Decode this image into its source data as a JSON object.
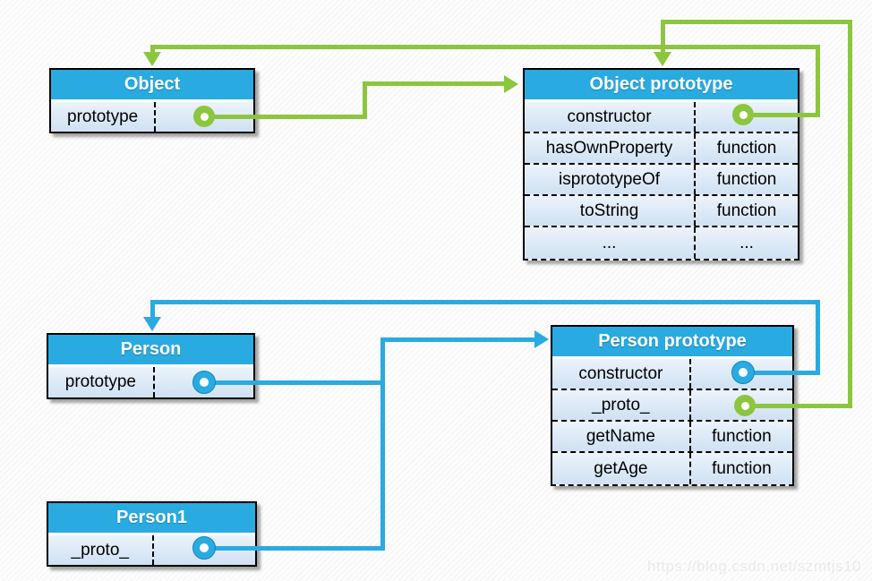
{
  "colors": {
    "header_blue": "#29abe2",
    "arrow_blue": "#29abe2",
    "arrow_green": "#8cc63e",
    "row_bg_top": "#ecf3fb",
    "row_bg_bottom": "#cfe1f3",
    "border_black": "#000000"
  },
  "watermark": "https://blog.csdn.net/szmtjs10",
  "boxes": {
    "object": {
      "title": "Object",
      "rows": [
        {
          "name": "prototype",
          "value": "",
          "dot": "green"
        }
      ]
    },
    "object_prototype": {
      "title": "Object prototype",
      "rows": [
        {
          "name": "constructor",
          "value": "",
          "dot": "green"
        },
        {
          "name": "hasOwnProperty",
          "value": "function"
        },
        {
          "name": "isprototypeOf",
          "value": "function"
        },
        {
          "name": "toString",
          "value": "function"
        },
        {
          "name": "...",
          "value": "..."
        }
      ]
    },
    "person": {
      "title": "Person",
      "rows": [
        {
          "name": "prototype",
          "value": "",
          "dot": "blue"
        }
      ]
    },
    "person_prototype": {
      "title": "Person prototype",
      "rows": [
        {
          "name": "constructor",
          "value": "",
          "dot": "blue"
        },
        {
          "name": "_proto_",
          "value": "",
          "dot": "green"
        },
        {
          "name": "getName",
          "value": "function"
        },
        {
          "name": "getAge",
          "value": "function"
        }
      ]
    },
    "person1": {
      "title": "Person1",
      "rows": [
        {
          "name": "_proto_",
          "value": "",
          "dot": "blue"
        }
      ]
    }
  }
}
